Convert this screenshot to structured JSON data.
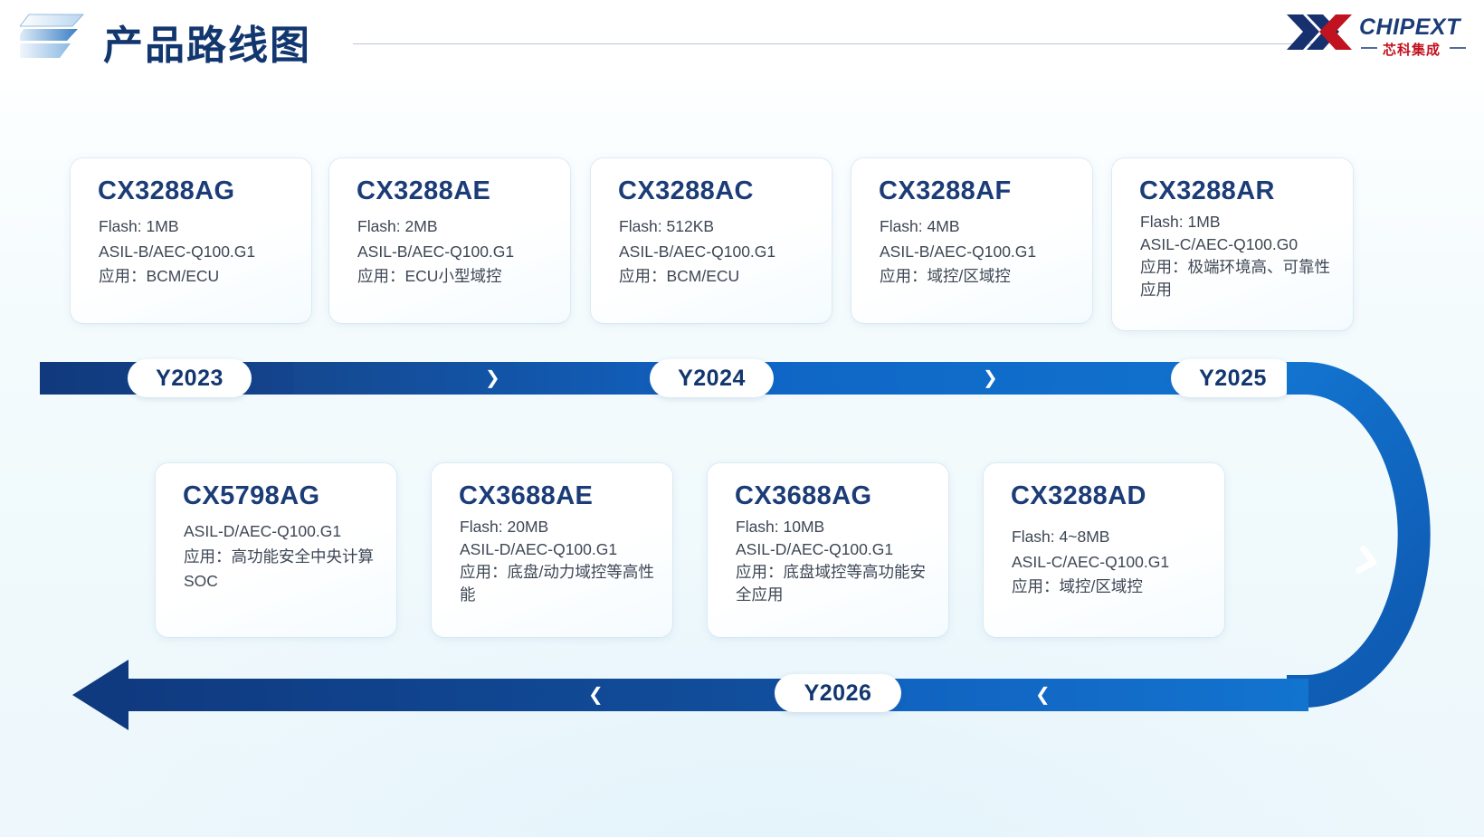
{
  "header": {
    "title": "产品路线图",
    "logo_icon": "chipext-stripes-icon",
    "brand_name": "CHIPEXT",
    "brand_sub": "芯科集成"
  },
  "timeline": {
    "top_years": [
      "Y2023",
      "Y2024",
      "Y2025"
    ],
    "bottom_year": "Y2026",
    "forward_chevron": "❯",
    "back_chevron": "❮",
    "down_chevron": "❯",
    "colors": {
      "dark_blue": "#113a7d",
      "mid_blue": "#15488f",
      "bright_blue": "#1274cf",
      "pill_text": "#12366e"
    }
  },
  "top_row": [
    {
      "name": "CX3288AG",
      "lines": [
        "Flash: 1MB",
        "ASIL-B/AEC-Q100.G1",
        "应用：BCM/ECU"
      ]
    },
    {
      "name": "CX3288AE",
      "lines": [
        "Flash: 2MB",
        "ASIL-B/AEC-Q100.G1",
        "应用：ECU小型域控"
      ]
    },
    {
      "name": "CX3288AC",
      "lines": [
        "Flash: 512KB",
        "ASIL-B/AEC-Q100.G1",
        "应用：BCM/ECU"
      ]
    },
    {
      "name": "CX3288AF",
      "lines": [
        "Flash: 4MB",
        "ASIL-B/AEC-Q100.G1",
        "应用：域控/区域控"
      ]
    },
    {
      "name": "CX3288AR",
      "lines": [
        "Flash: 1MB",
        "ASIL-C/AEC-Q100.G0",
        "应用：极端环境高、可靠性应用"
      ]
    }
  ],
  "bottom_row": [
    {
      "name": "CX5798AG",
      "lines": [
        "ASIL-D/AEC-Q100.G1",
        "应用：高功能安全中央计算SOC"
      ]
    },
    {
      "name": "CX3688AE",
      "lines": [
        "Flash: 20MB",
        "ASIL-D/AEC-Q100.G1",
        "应用：底盘/动力域控等高性能"
      ]
    },
    {
      "name": "CX3688AG",
      "lines": [
        "Flash: 10MB",
        "ASIL-D/AEC-Q100.G1",
        "应用：底盘域控等高功能安全应用"
      ]
    },
    {
      "name": "CX3288AD",
      "lines": [
        "Flash: 4~8MB",
        "ASIL-C/AEC-Q100.G1",
        "应用：域控/区域控"
      ]
    }
  ]
}
